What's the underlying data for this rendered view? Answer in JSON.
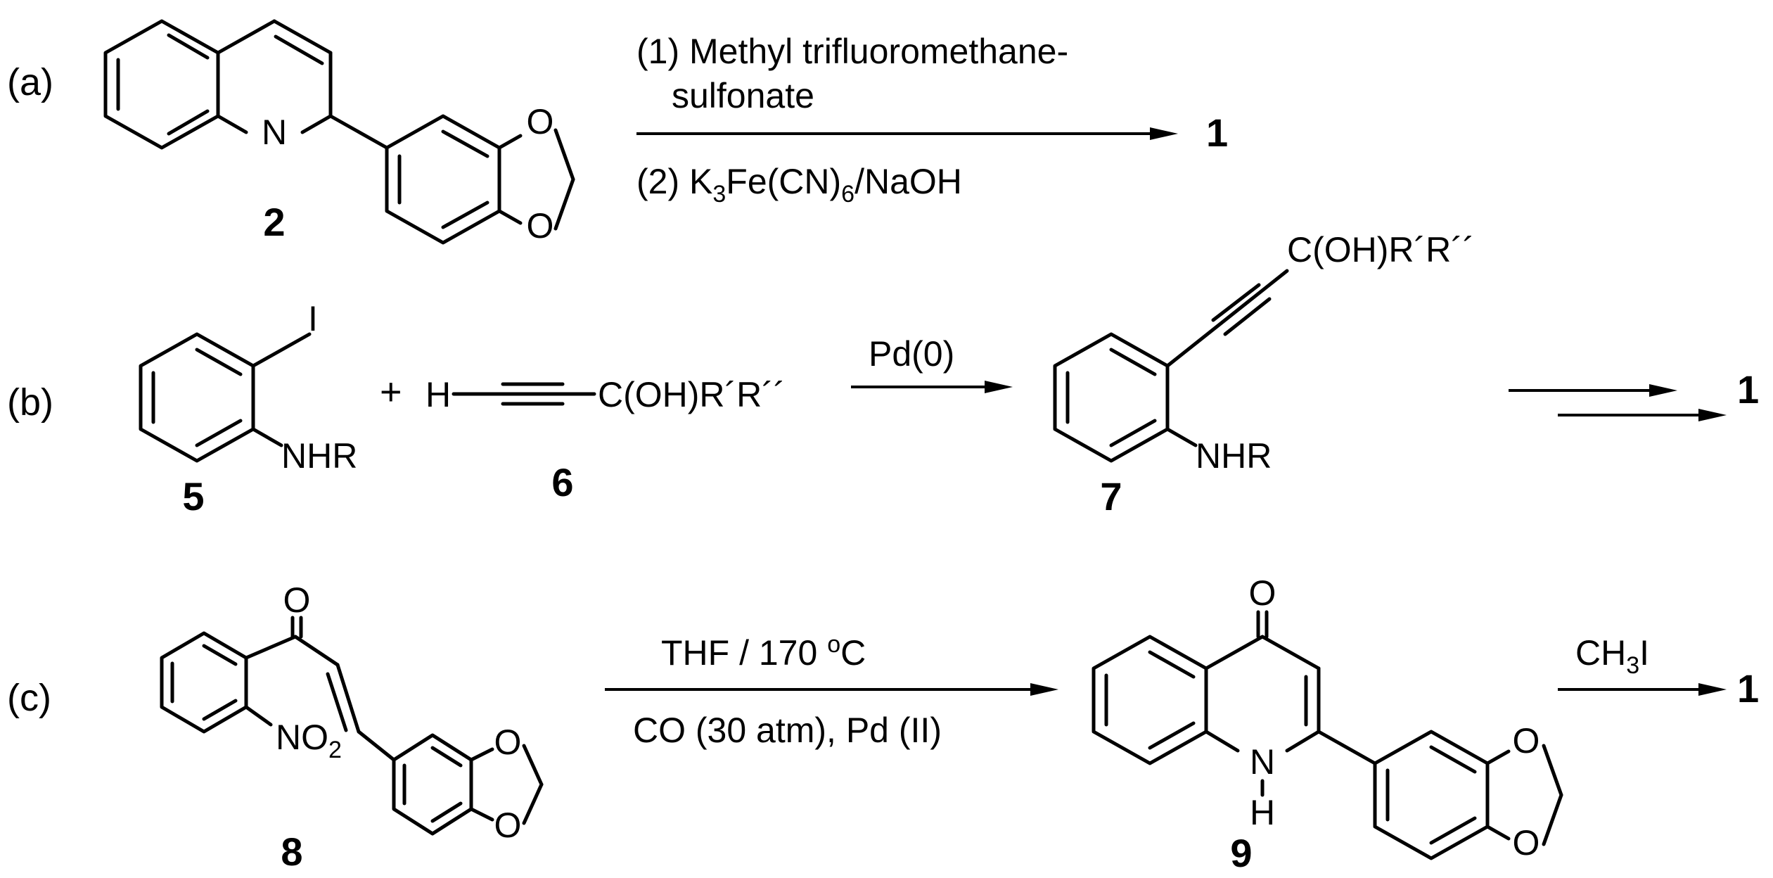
{
  "panels": {
    "a": {
      "label": "(a)",
      "compound_number": "2",
      "atoms": {
        "n": "N",
        "o1": "O",
        "o2": "O"
      },
      "reagent_line1": "(1) Methyl trifluoromethane-",
      "reagent_line2": "sulfonate",
      "reagent_line3_pre": "(2) K",
      "reagent_line3_sub1": "3",
      "reagent_line3_mid": "Fe(CN)",
      "reagent_line3_sub2": "6",
      "reagent_line3_post": "/NaOH",
      "product": "1"
    },
    "b": {
      "label": "(b)",
      "plus": "+",
      "sm1_number": "5",
      "sm1_iodo": "I",
      "sm1_amine": "NHR",
      "sm2_number": "6",
      "sm2_h": "H",
      "sm2_group": "C(OH)R´R´´",
      "catalyst": "Pd(0)",
      "int_number": "7",
      "int_group": "C(OH)R´R´´",
      "int_amine": "NHR",
      "product": "1"
    },
    "c": {
      "label": "(c)",
      "sm_number": "8",
      "sm_o": "O",
      "sm_no2_pre": "NO",
      "sm_no2_sub": "2",
      "sm_o1": "O",
      "sm_o2": "O",
      "cond_line1_pre": "THF / 170 ",
      "cond_line1_sup": "o",
      "cond_line1_post": "C",
      "cond_line2": "CO (30 atm), Pd (II)",
      "int_number": "9",
      "int_o": "O",
      "int_n": "N",
      "int_h": "H",
      "int_o1": "O",
      "int_o2": "O",
      "reagent_pre": "CH",
      "reagent_sub": "3",
      "reagent_post": "I",
      "product": "1"
    }
  }
}
